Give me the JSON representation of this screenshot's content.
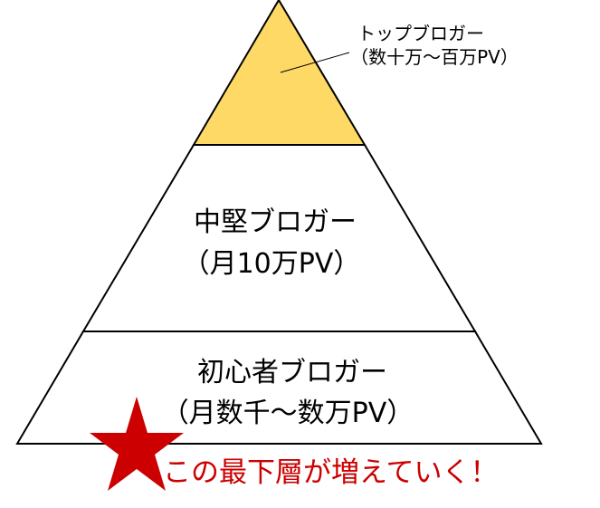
{
  "pyramid": {
    "top_tier": {
      "title": "トップブロガー",
      "subtitle": "（数十万～百万PV）",
      "fill_color": "#FFD966"
    },
    "middle_tier": {
      "title": "中堅ブロガー",
      "subtitle": "（月10万PV）",
      "fill_color": "#FFFFFF"
    },
    "bottom_tier": {
      "title": "初心者ブロガー",
      "subtitle": "（月数千～数万PV）",
      "fill_color": "#FFFFFF"
    },
    "outline_color": "#000000"
  },
  "annotation": {
    "star_color": "#CC0000",
    "text": "この最下層が増えていく！",
    "text_color": "#CC0000",
    "icon": "star-icon"
  }
}
